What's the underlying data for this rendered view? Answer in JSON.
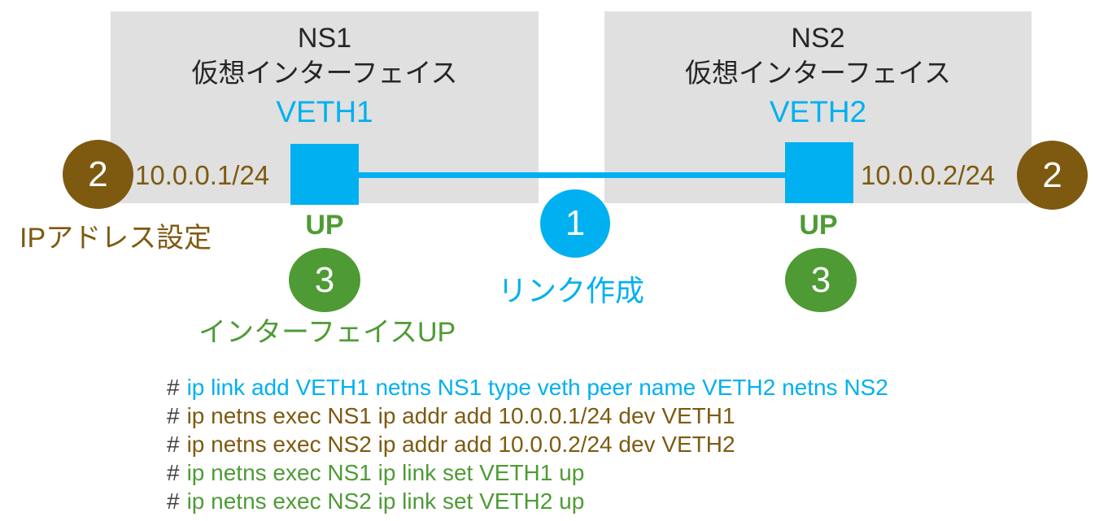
{
  "diagram": {
    "ns1": {
      "title": "NS1",
      "subtitle": "仮想インターフェイス",
      "veth_label": "VETH1",
      "ip": "10.0.0.1/24",
      "up_label": "UP"
    },
    "ns2": {
      "title": "NS2",
      "subtitle": "仮想インターフェイス",
      "veth_label": "VETH2",
      "ip": "10.0.0.2/24",
      "up_label": "UP"
    },
    "steps": {
      "step1": {
        "number": "1",
        "label": "リンク作成"
      },
      "step2": {
        "number": "2",
        "label": "IPアドレス設定"
      },
      "step3": {
        "number": "3",
        "label": "インターフェイスUP"
      }
    },
    "colors": {
      "accent_cyan": "#00b0f0",
      "accent_brown": "#7e5a10",
      "accent_green": "#4e9b35",
      "box_gray": "#e0e0e0"
    }
  },
  "commands": [
    {
      "prompt": "#",
      "text": "ip link add VETH1 netns NS1 type veth peer name VETH2 netns NS2",
      "color": "cyan"
    },
    {
      "prompt": "#",
      "text": "ip netns exec NS1 ip addr add 10.0.0.1/24 dev VETH1",
      "color": "brown"
    },
    {
      "prompt": "#",
      "text": "ip netns exec NS2 ip addr add 10.0.0.2/24 dev VETH2",
      "color": "brown"
    },
    {
      "prompt": "#",
      "text": "ip netns exec NS1 ip link set VETH1 up",
      "color": "green"
    },
    {
      "prompt": "#",
      "text": "ip netns exec NS2 ip link set VETH2 up",
      "color": "green"
    }
  ]
}
